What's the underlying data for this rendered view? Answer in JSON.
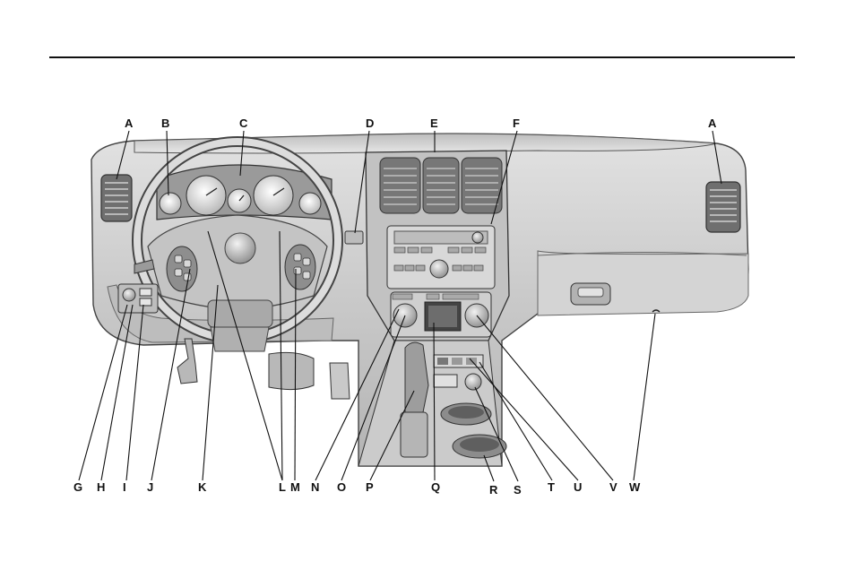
{
  "callouts_top": [
    "A",
    "B",
    "C",
    "D",
    "E",
    "F",
    "A"
  ],
  "callouts_bottom": [
    "G",
    "H",
    "I",
    "J",
    "K",
    "L",
    "M",
    "N",
    "O",
    "P",
    "Q",
    "R",
    "S",
    "T",
    "U",
    "V",
    "W"
  ],
  "colors": {
    "rule": "#111111",
    "dash_fill": "#cfcfcf",
    "dash_dark": "#8a8a8a",
    "line": "#333333"
  }
}
